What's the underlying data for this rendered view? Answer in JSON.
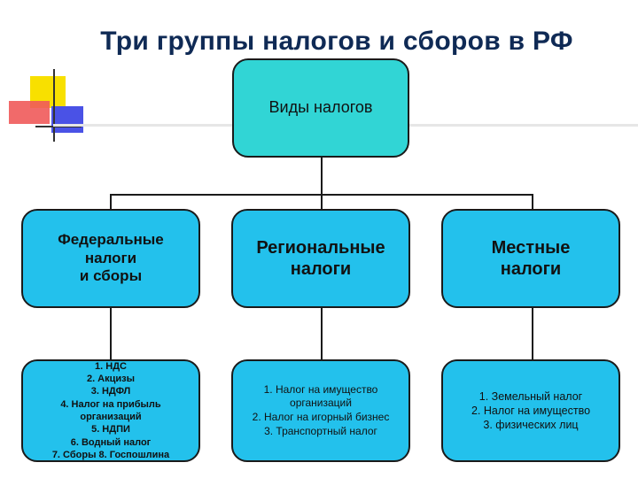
{
  "title": "Три группы налогов и сборов в РФ",
  "root": {
    "label": "Виды налогов"
  },
  "groups": [
    {
      "label": "Федеральные\nналоги\nи сборы",
      "items": [
        "1.    НДС",
        "2.    Акцизы",
        "3.    НДФЛ",
        "4.    Налог на прибыль",
        "организаций",
        "5.    НДПИ",
        "6.    Водный налог",
        "7.    Сборы  8. Госпошлина"
      ]
    },
    {
      "label": "Региональные\nналоги",
      "items": [
        "1. Налог на имущество",
        "организаций",
        "2. Налог на игорный бизнес",
        "3. Транспортный налог"
      ]
    },
    {
      "label": "Местные\nналоги",
      "items": [
        "1.   Земельный налог",
        "2.   Налог на имущество",
        "3.     физических лиц"
      ]
    }
  ],
  "colors": {
    "title": "#0f2a55",
    "root_fill": "#31d5d5",
    "box_fill": "#23c1ec",
    "deco_yellow": "#f8e000",
    "deco_red": "#f05a5a",
    "deco_blue": "#4a52e6"
  }
}
